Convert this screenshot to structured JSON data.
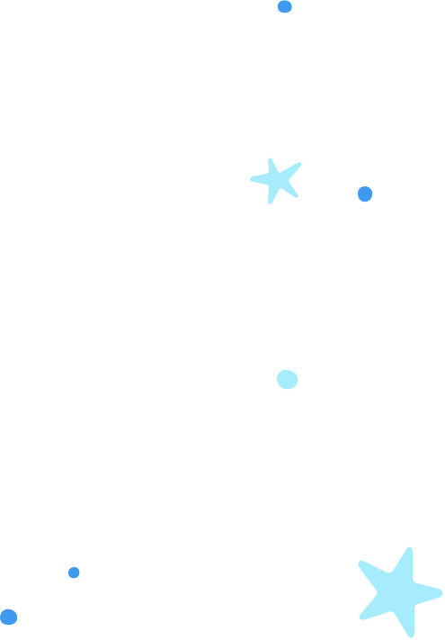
{
  "palette": {
    "background": "#ffffff",
    "dot_blue": "#3e9aef",
    "star_cyan": "#a6ecfc"
  },
  "decorations": [
    {
      "kind": "dot",
      "color": "dot_blue"
    },
    {
      "kind": "star",
      "color": "star_cyan"
    },
    {
      "kind": "dot",
      "color": "dot_blue"
    },
    {
      "kind": "dot",
      "color": "star_cyan"
    },
    {
      "kind": "dot",
      "color": "dot_blue"
    },
    {
      "kind": "dot",
      "color": "dot_blue"
    },
    {
      "kind": "star",
      "color": "star_cyan"
    }
  ]
}
